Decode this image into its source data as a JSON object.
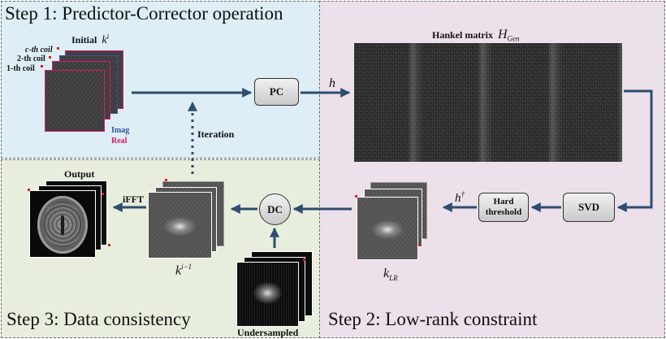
{
  "steps": {
    "step1": "Step 1: Predictor-Corrector operation",
    "step2": "Step 2: Low-rank constraint",
    "step3": "Step 3: Data consistency"
  },
  "labels": {
    "initial": "Initial",
    "k_initial": "k",
    "k_initial_sup": "i",
    "coil_c": "c-th coil",
    "coil_2": "2-th coil",
    "coil_1": "1-th coil",
    "imag": "Imag",
    "real": "Real",
    "hankel": "Hankel matrix",
    "h_gen": "H",
    "h_gen_sub": "Gen",
    "h": "h",
    "h_dagger": "h",
    "h_dagger_sup": "†",
    "iteration": "Iteration",
    "output": "Output",
    "ifft": "iFFT",
    "k_prev": "k",
    "k_prev_sup": "i−1",
    "k_lr": "k",
    "k_lr_sub": "LR",
    "undersampled": "Undersampled"
  },
  "boxes": {
    "pc": "PC",
    "svd": "SVD",
    "hard_threshold": "Hard threshold",
    "dc": "DC"
  },
  "colors": {
    "step1_bg": "#ddeef6",
    "step2_bg": "#ece0ea",
    "step3_bg": "#e7eedd",
    "arrow": "#2e4d70",
    "imag": "#3a4fa0",
    "real": "#d61a6a"
  }
}
